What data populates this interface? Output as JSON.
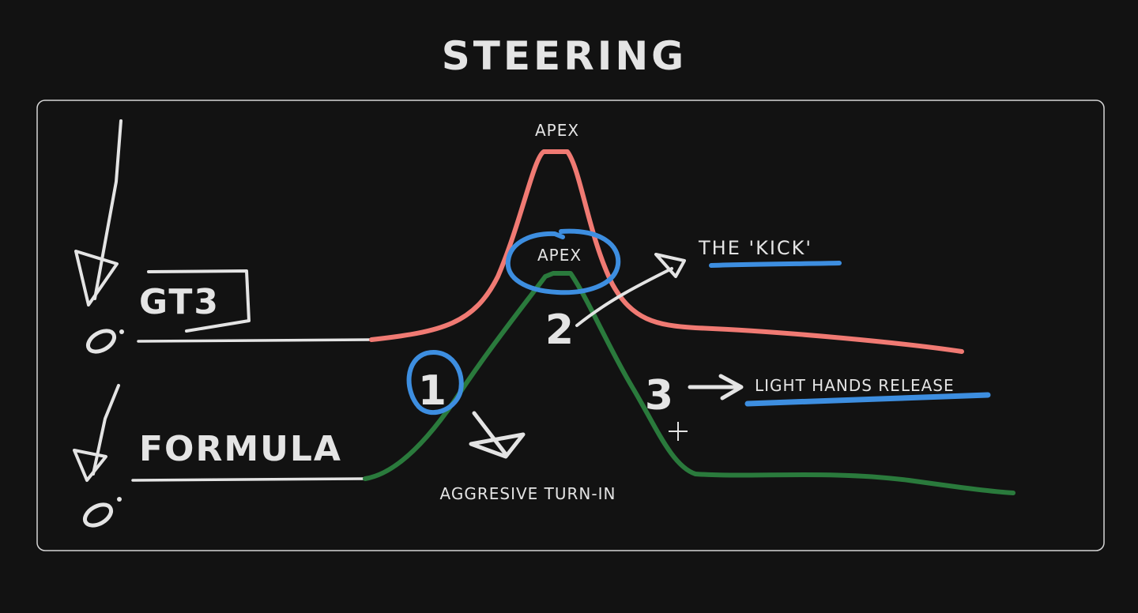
{
  "title": "STEERING",
  "labels": {
    "apex_top": "APEX",
    "apex_mid": "APEX",
    "gt3": "GT3",
    "formula": "FORMULA",
    "kick": "THE 'KICK'",
    "light_hands": "LIGHT HANDS RELEASE",
    "aggressive": "AGGRESIVE TURN-IN",
    "step1": "1",
    "step2": "2",
    "step3": "3"
  },
  "colors": {
    "background": "#121212",
    "ink": "#e4e4e4",
    "gt3_curve": "#f07a73",
    "formula_curve": "#2a7a3c",
    "highlight": "#3d8ee0"
  },
  "icons": [
    "steering-wheel-icon",
    "arrow-down-icon",
    "arrow-right-icon",
    "crosshair-cursor-icon"
  ]
}
